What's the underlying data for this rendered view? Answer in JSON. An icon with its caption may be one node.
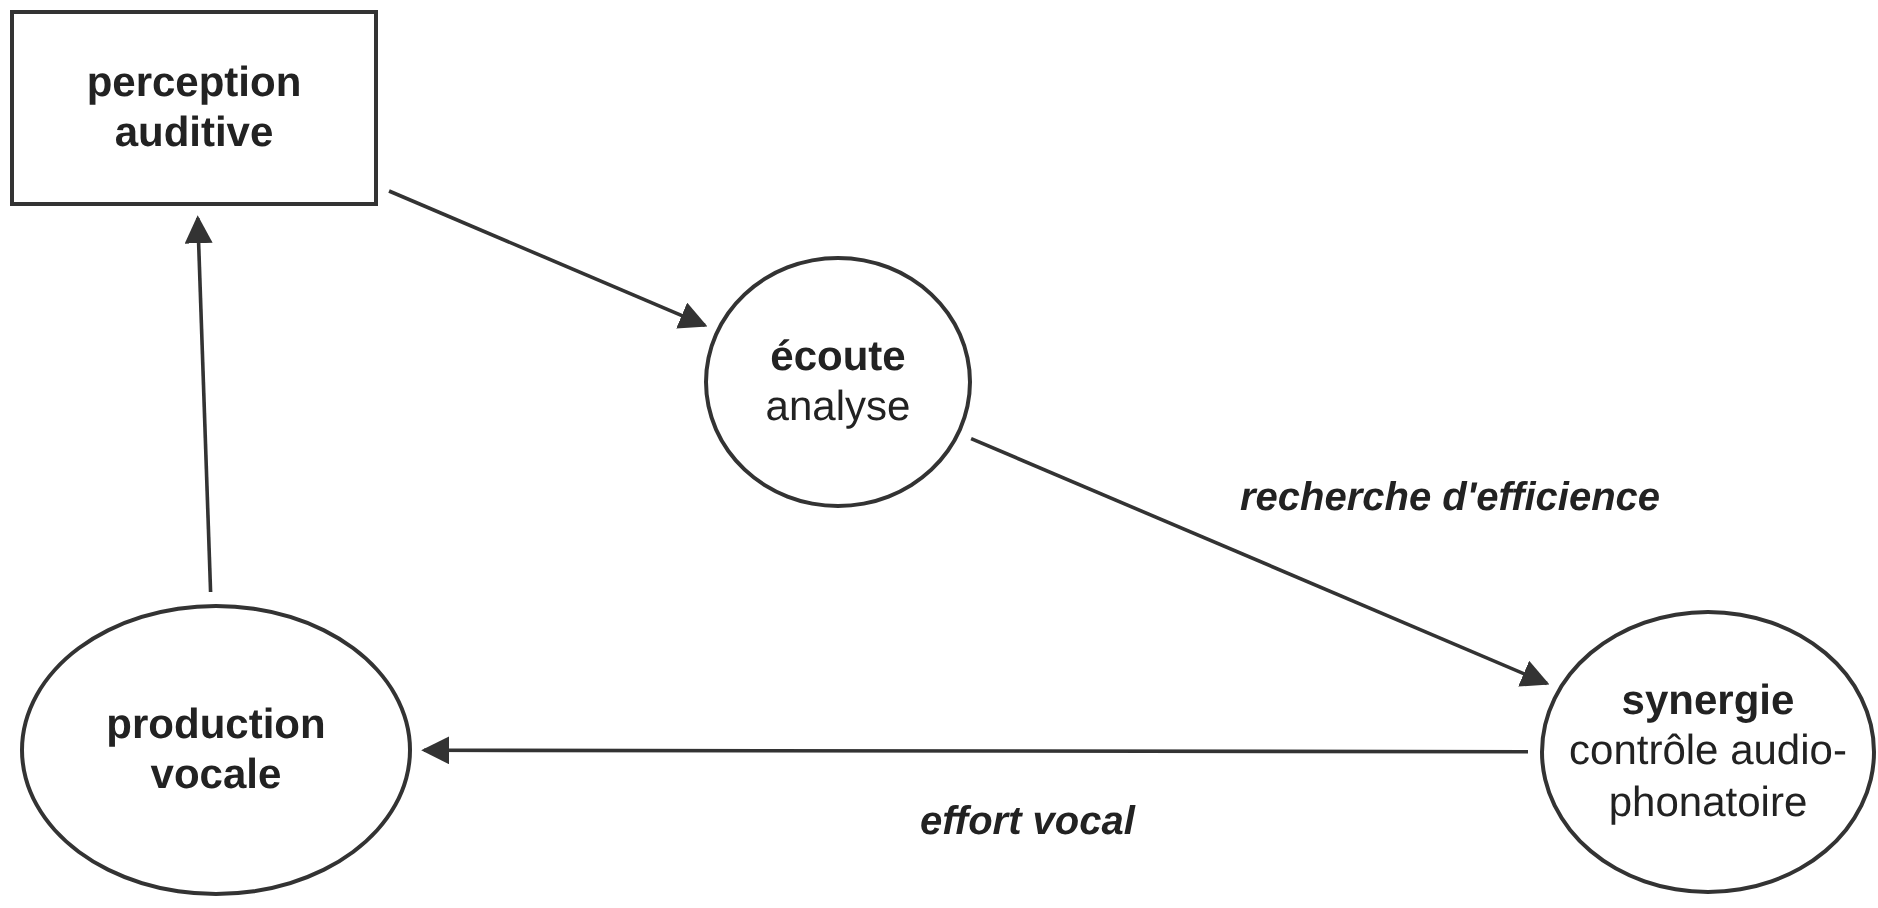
{
  "diagram": {
    "nodes": [
      {
        "text": [
          "perception auditive"
        ]
      },
      {
        "text": [
          "écoute",
          "analyse"
        ]
      },
      {
        "text": [
          "synergie",
          "contrôle audio-phonatoire"
        ]
      },
      {
        "text": [
          "production vocale"
        ]
      }
    ],
    "edges": [
      {
        "from": 0,
        "to": 1,
        "arrow": "to"
      },
      {
        "from": 1,
        "to": 2,
        "arrow": "to",
        "label": "recherche d'efficience"
      },
      {
        "from": 2,
        "to": 3,
        "arrow": "to",
        "label": "effort vocal"
      },
      {
        "from": 3,
        "to": 0,
        "arrow": "to"
      }
    ]
  }
}
